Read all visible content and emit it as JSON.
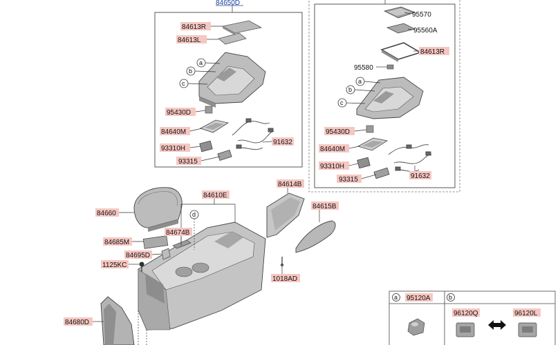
{
  "diagram": {
    "labels": {
      "p84650D": "84650D",
      "p84613R": "84613R",
      "p84613L": "84613L",
      "p95430D": "95430D",
      "p84640M": "84640M",
      "p93310H": "93310H",
      "p93315": "93315",
      "p91632": "91632",
      "p95570": "95570",
      "p95560A": "95560A",
      "p84613R_b": "84613R",
      "p95580": "95580",
      "p95430D_b": "95430D",
      "p84640M_b": "84640M",
      "p93310H_b": "93310H",
      "p93315_b": "93315",
      "p91632_b": "91632",
      "p84614B": "84614B",
      "p84615B": "84615B",
      "p84610E": "84610E",
      "p84660": "84660",
      "p84674B": "84674B",
      "p84685M": "84685M",
      "p84695D": "84695D",
      "p1125KC": "1125KC",
      "p1018AD": "1018AD",
      "p84680D": "84680D",
      "legA": "95120A",
      "legQ": "96120Q",
      "legL": "96120L"
    },
    "callouts": {
      "a": "a",
      "b": "b",
      "c": "c",
      "d": "d"
    }
  }
}
